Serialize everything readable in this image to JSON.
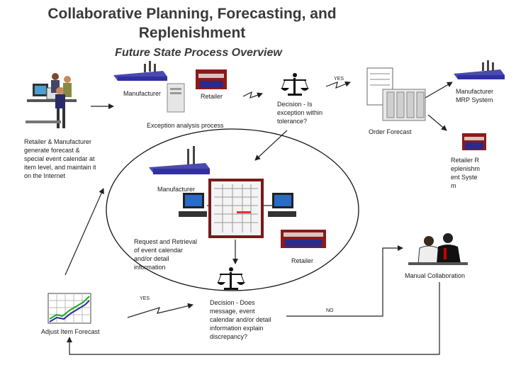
{
  "title": {
    "line1": "Collaborative Planning, Forecasting, and",
    "line2": "Replenishment",
    "subtitle": "Future State Process Overview"
  },
  "labels": {
    "retailer_mfr_text": "Retailer & Manufacturer generate forecast & special event calendar at item level, and  maintain it on the Internet",
    "manufacturer_top": "Manufacturer",
    "retailer_top": "Retailer",
    "exception_analysis": "Exception analysis process",
    "decision_top": "Decision - Is exception within tolerance?",
    "yes_top": "YES",
    "order_forecast": "Order Forecast",
    "manufacturer_mrp": "Manufacturer MRP System",
    "retailer_replenishment": "Retailer Replenishment System",
    "manufacturer_mid": "Manufacturer",
    "request_retrieval": "Request and Retrieval of event calendar and/or detail information",
    "retailer_mid": "Retailer",
    "manual_collab": "Manual Collaboration",
    "yes_bottom": "YES",
    "decision_bottom": "Decision - Does message, event calendar and/or detail information explain discrepancy?",
    "no_label": "NO",
    "adjust_forecast": "Adjust Item Forecast"
  },
  "colors": {
    "factory_blue": "#4a4ab0",
    "factory_red": "#8b1a1a",
    "arrow": "#222222",
    "grid_frame": "#7a1a1a",
    "chart_green": "#22aa22"
  }
}
